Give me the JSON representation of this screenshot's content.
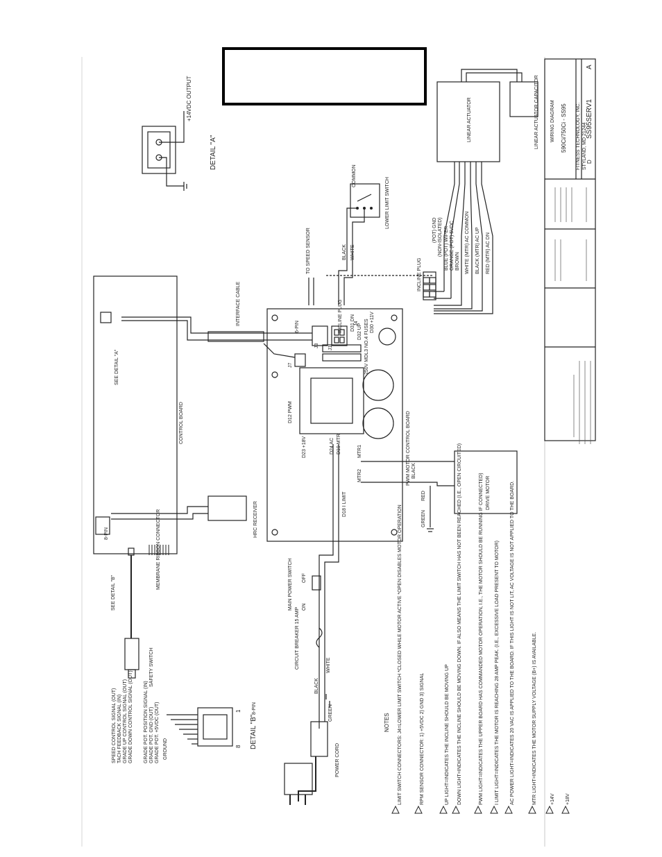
{
  "title_block": {
    "doc_number": "SS95SERV1",
    "rev": "A",
    "sheet_size": "D",
    "title_line1": "WIRING DIAGRAM",
    "title_line2": "590Ci/750Ci - SS95",
    "company": "FITNESS TECHNOLOGY, INC.",
    "city": "STYLAND, MD 21244"
  },
  "labels": {
    "detail_a": "DETAIL \"A\"",
    "output_14v": "+14VDC OUTPUT",
    "linear_actuator": "LINEAR ACTUATOR",
    "actuator_capacitor": "LINEAR ACTUATOR CAPACITOR",
    "lower_limit": "LOWER LIMIT SWITCH",
    "common": "COMMON",
    "black": "BLACK",
    "white": "WHITE",
    "to_speed_sensor": "TO SPEED SENSOR",
    "incline_plug": "INCLINE PLUG",
    "wire1": "(POT) GND",
    "wire1b": "(NON-ISOLATED)",
    "wire2": "BLUE (POT) WIPER",
    "wire3": "ORANGE (POT) 5VDC",
    "wire4": "BROWN",
    "wire5": "WHITE (MTR) AC COMMON",
    "wire6": "BLACK (MTR) AC UP",
    "wire7": "RED (MTR) AC DN",
    "interface_cable": "INTERFACE CABLE",
    "see_detail_a": "SEE DETAIL \"A\"",
    "six_pin": "6-PIN",
    "control_board": "CONTROL BOARD",
    "pwm_board": "PWM MOTOR CONTROL BOARD",
    "fuses": "250V MDL3 NO.4 FUSES",
    "drive_motor": "DRIVE MOTOR",
    "black_wire": "BLACK",
    "red_wire": "RED",
    "green_wire": "GREEN",
    "hrc_receiver": "HRC RECEIVER",
    "membrane": "MEMBRANE RIBBON CONNECTOR",
    "eight_pin": "8-PIN",
    "see_detail_b": "SEE DETAIL \"B\"",
    "safety_switch": "SAFETY SWITCH",
    "main_power": "MAIN POWER SWITCH",
    "on": "ON",
    "off": "OFF",
    "breaker": "CIRCUIT BREAKER 15 AMP",
    "power_cord": "POWER CORD",
    "detail_b": "DETAIL \"B\"",
    "eight_pin_b": "8-PIN",
    "mtr1": "MTR1",
    "mtr2": "MTR2",
    "d12": "D12 PWM",
    "d23": "D23 +18V",
    "d18": "D18 I LIMIT",
    "d19": "D19 MTR",
    "d24": "D24 AC",
    "d31": "D31 DN",
    "d32": "D32 UP",
    "d30": "D30 +11V",
    "j4": "J4",
    "j1": "J1",
    "j3": "J3",
    "j7": "J7",
    "incline": "INCLINE PLUG"
  },
  "pinout_b": [
    "GROUND",
    "GRADE POT. POSITION SIGNAL (IN)",
    "GRADE POT. GND (OUT)",
    "GRADE POT. +5VDC (OUT)",
    "GRADE DOWN CONTROL SIGNAL (OUT)",
    "GRADE UP CONTROL SIGNAL (OUT)",
    "TACH FEEDBACK SIGNAL (IN)",
    "SPEED CONTROL SIGNAL (OUT)"
  ],
  "notes": {
    "heading": "NOTES",
    "items": [
      "LIMIT SWITCH CONNECTORS: J4=LOWER LIMIT SWITCH *CLOSED WHILE MOTOR ACTIVE *OPEN DISABLES MOTOR OPERATION",
      "RPM SENSOR CONNECTOR: 1) +5VDC 2) GND 3) SIGNAL",
      "UP LIGHT=INDICATES THE INCLINE SHOULD BE MOVING UP",
      "DOWN LIGHT=INDICATES THE INCLINE SHOULD BE MOVING DOWN. IF ALSO MEANS THE LIMIT SWITCH HAS NOT BEEN REACHED (I.E., OPEN CIRCUITED)",
      "PWM LIGHT=INDICATES THE UPPER BOARD HAS COMMANDED MOTOR OPERATION, I.E., THE MOTOR SHOULD BE RUNNING IF CONNECTED)",
      "I LIMIT LIGHT=INDICATES THE MOTOR IS REACHING 28 AMP PEAK. (I.E., EXCESSIVE LOAD PRESENT TO MOTOR)",
      "AC POWER LIGHT=INDICATES 20 VAC IS APPLIED TO THE BOARD. IF THIS LIGHT IS NOT LIT, AC VOLTAGE IS NOT APPLIED TO THE BOARD.",
      "MTR LIGHT=INDICATES THE MOTOR SUPPLY VOLTAGE (B+) IS AVAILABLE.",
      "+14V",
      "+18V"
    ]
  }
}
